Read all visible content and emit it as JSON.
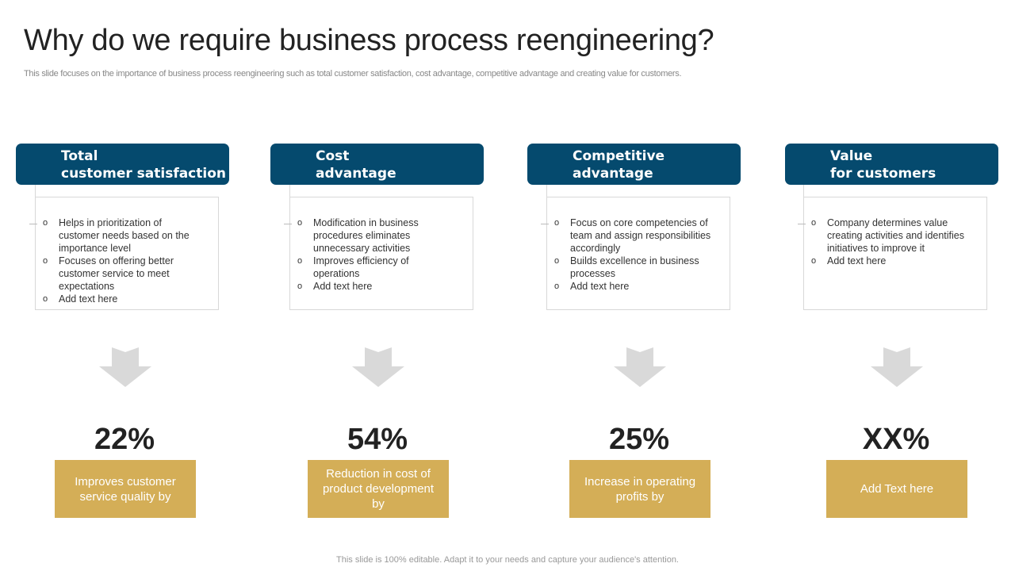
{
  "title": "Why do we require business process reengineering?",
  "subtitle": "This slide focuses on the importance of business process reengineering such as total customer satisfaction, cost advantage, competitive advantage and creating value for customers.",
  "colors": {
    "header": "#054A6E",
    "gold": "#D4AE57",
    "arrow": "#D9D9D9"
  },
  "columns": [
    {
      "heading_1": "Total",
      "heading_2": "customer satisfaction",
      "bullets": [
        "Helps in prioritization of customer needs based on the importance level",
        "Focuses on offering better customer service to meet expectations",
        "Add text here"
      ],
      "percent": "22%",
      "caption": "Improves customer service quality by"
    },
    {
      "heading_1": "Cost",
      "heading_2": "advantage",
      "bullets": [
        "Modification in business procedures eliminates unnecessary activities",
        "Improves efficiency of operations",
        "Add text here"
      ],
      "percent": "54%",
      "caption": "Reduction in cost of product development by"
    },
    {
      "heading_1": "Competitive",
      "heading_2": "advantage",
      "bullets": [
        "Focus on core competencies of team and assign responsibilities accordingly",
        "Builds excellence in business processes",
        "Add text here"
      ],
      "percent": "25%",
      "caption": "Increase in operating profits by"
    },
    {
      "heading_1": "Value",
      "heading_2": "for customers",
      "bullets": [
        "Company determines value creating activities and identifies initiatives to improve it",
        "Add text here"
      ],
      "percent": "XX%",
      "caption": "Add Text here"
    }
  ],
  "footer": "This slide is 100% editable. Adapt it to your needs and capture your audience's attention."
}
